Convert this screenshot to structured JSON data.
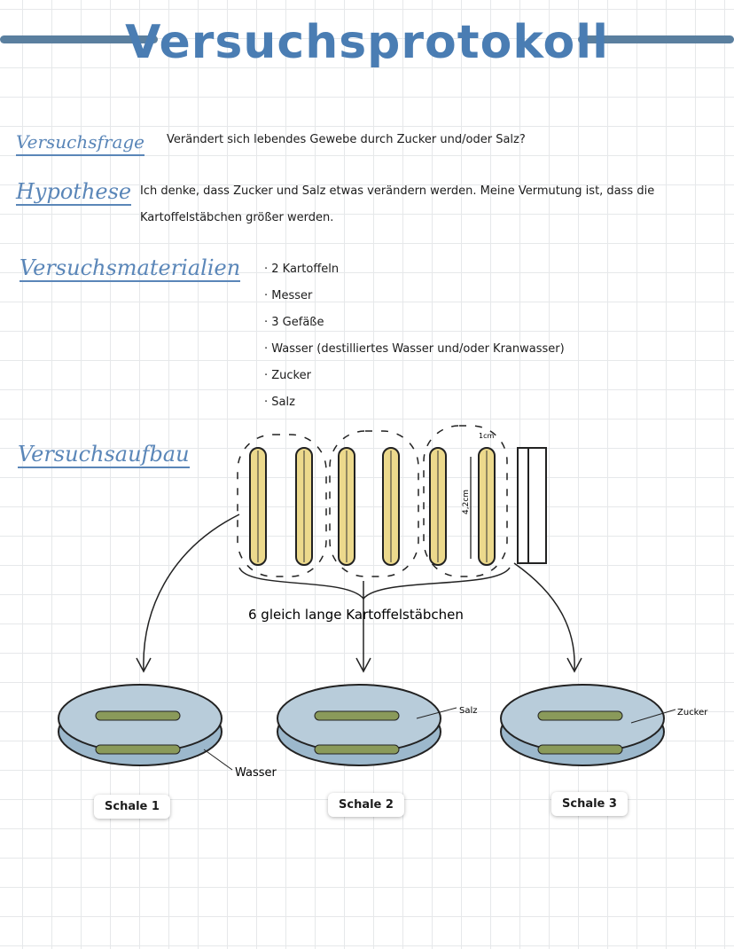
{
  "title": "Versuchsprotokoll",
  "question": {
    "heading": "Versuchsfrage",
    "text": "Verändert sich lebendes Gewebe durch Zucker und/oder Salz?"
  },
  "hypothesis": {
    "heading": "Hypothese",
    "line1": "Ich denke, dass Zucker und Salz etwas verändern werden. Meine Vermutung ist, dass die",
    "line2": "Kartoffelstäbchen größer werden."
  },
  "materials": {
    "heading": "Versuchsmaterialien",
    "items": [
      "2 Kartoffeln",
      "Messer",
      "3 Gefäße",
      "Wasser (destilliertes Wasser und/oder Kranwasser)",
      "Zucker",
      "Salz"
    ]
  },
  "setup": {
    "heading": "Versuchsaufbau",
    "width_label": "1cm",
    "length_label": "4,2cm",
    "caption": "6 gleich lange Kartoffelstäbchen",
    "water_label": "Wasser",
    "salt_label": "Salz",
    "sugar_label": "Zucker",
    "dishes": [
      "Schale 1",
      "Schale 2",
      "Schale 3"
    ]
  },
  "colors": {
    "accent": "#4a7db3",
    "fry": "#ecd98c",
    "water": "#9cb8cc",
    "stick": "#8a9a5a"
  }
}
